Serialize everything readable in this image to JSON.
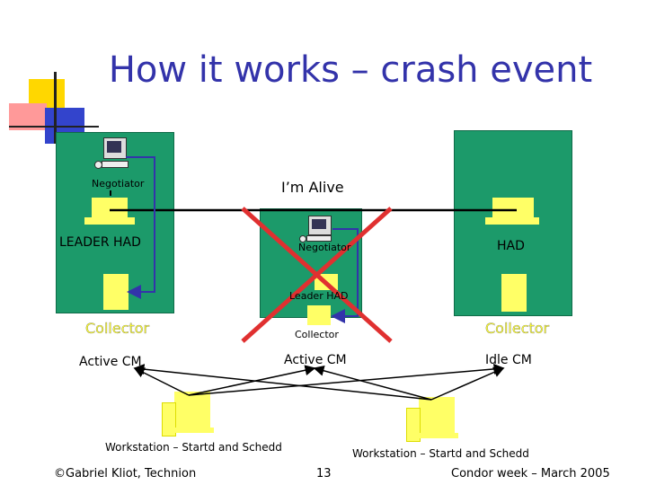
{
  "slide": {
    "title": "How it works – crash event",
    "footer_left": "©Gabriel Kliot, Technion",
    "page_number": "13",
    "footer_right": "Condor week – March 2005"
  },
  "diagram": {
    "heartbeat_label": "I’m Alive",
    "left_machine": {
      "negotiator": "Negotiator",
      "had": "LEADER HAD",
      "collector": "Collector",
      "role": "Active CM"
    },
    "middle_machine": {
      "negotiator": "Negotiator",
      "had": "Leader HAD",
      "collector": "Collector",
      "role": "Active CM"
    },
    "right_machine": {
      "had": "HAD",
      "collector": "Collector",
      "role": "Idle CM"
    },
    "workstation_left": "Workstation – Startd and Schedd",
    "workstation_right": "Workstation – Startd and Schedd"
  },
  "colors": {
    "title": "#3333aa",
    "machine_fill": "#1c9a6a",
    "crash_cross": "#e03030",
    "arrow": "#3333aa",
    "collector_text": "#ffff33"
  }
}
